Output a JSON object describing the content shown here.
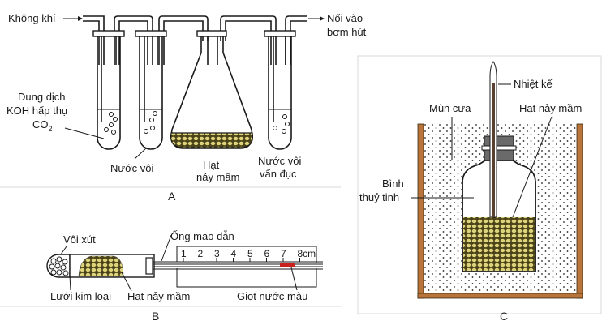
{
  "figure": {
    "panels": [
      {
        "id": "A",
        "caption": "A",
        "labels": {
          "air_in": "Không khí",
          "to_pump_line1": "Nối vào",
          "to_pump_line2": "bơm hút",
          "koh_line1": "Dung dịch",
          "koh_line2": "KOH hấp thụ",
          "koh_line3": "CO",
          "koh_sub": "2",
          "limewater": "Nước vôi",
          "seeds_line1": "Hạt",
          "seeds_line2": "nảy mầm",
          "cloudy_line1": "Nước vôi",
          "cloudy_line2": "vẩn đục"
        }
      },
      {
        "id": "B",
        "caption": "B",
        "labels": {
          "soda_lime": "Vôi xút",
          "capillary": "Ống mao dẫn",
          "metal_mesh": "Lưới kim loại",
          "seeds": "Hạt nảy mầm",
          "colored_drop": "Giọt nước màu"
        },
        "scale_ticks": [
          "1",
          "2",
          "3",
          "4",
          "5",
          "6",
          "7",
          "8cm"
        ]
      },
      {
        "id": "C",
        "caption": "C",
        "labels": {
          "thermometer": "Nhiệt kế",
          "sawdust": "Mùn cưa",
          "seeds": "Hạt nảy mầm",
          "flask_line1": "Bình",
          "flask_line2": "thuỷ tinh"
        }
      }
    ],
    "colors": {
      "seeds": "#d9cf6a",
      "seeds_dark": "#5a5020",
      "wood": "#b8743a",
      "drop": "#c8221e",
      "ink": "#1a1a1a"
    }
  }
}
